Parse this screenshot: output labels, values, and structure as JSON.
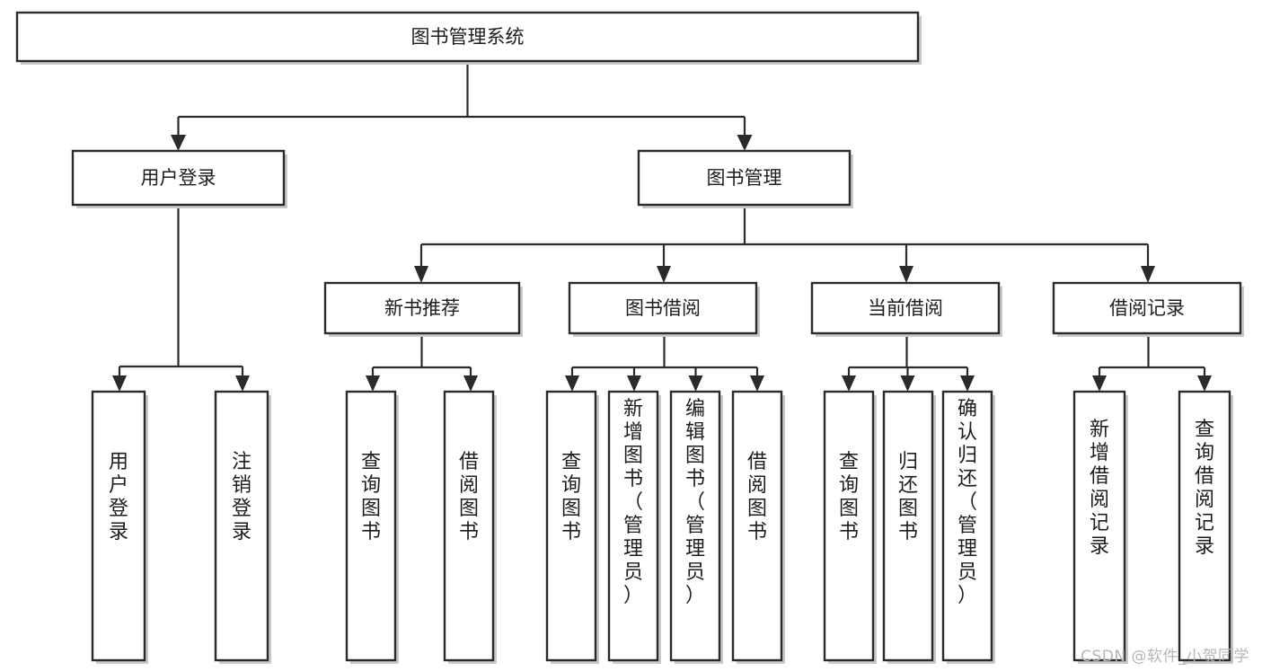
{
  "diagram": {
    "title": "图书管理系统",
    "type": "tree-hierarchy-diagram",
    "watermark": "CSDN @软件_小贺同学",
    "colors": {
      "background": "#ffffff",
      "box_fill": "#ffffff",
      "box_stroke": "#2b2b2b",
      "connector": "#2b2b2b",
      "text": "#1d1d1d",
      "shadow": "#c9c9c9",
      "watermark": "#b6b6b6"
    },
    "levels": [
      {
        "level": 1,
        "nodes": [
          {
            "id": "root",
            "label": "图书管理系统",
            "orientation": "horizontal"
          }
        ]
      },
      {
        "level": 2,
        "nodes": [
          {
            "id": "user-login",
            "label": "用户登录",
            "orientation": "horizontal",
            "parent": "root"
          },
          {
            "id": "book-mgmt",
            "label": "图书管理",
            "orientation": "horizontal",
            "parent": "root"
          }
        ]
      },
      {
        "level": 3,
        "nodes": [
          {
            "id": "new-book-rec",
            "label": "新书推荐",
            "orientation": "horizontal",
            "parent": "book-mgmt"
          },
          {
            "id": "book-borrow",
            "label": "图书借阅",
            "orientation": "horizontal",
            "parent": "book-mgmt"
          },
          {
            "id": "current-borrow",
            "label": "当前借阅",
            "orientation": "horizontal",
            "parent": "book-mgmt"
          },
          {
            "id": "borrow-record",
            "label": "借阅记录",
            "orientation": "horizontal",
            "parent": "book-mgmt"
          }
        ]
      },
      {
        "level": 4,
        "nodes": [
          {
            "id": "leaf-user-login",
            "label": "用户登录",
            "orientation": "vertical",
            "parent": "user-login"
          },
          {
            "id": "leaf-logout",
            "label": "注销登录",
            "orientation": "vertical",
            "parent": "user-login"
          },
          {
            "id": "leaf-query-book-1",
            "label": "查询图书",
            "orientation": "vertical",
            "parent": "new-book-rec"
          },
          {
            "id": "leaf-borrow-book-1",
            "label": "借阅图书",
            "orientation": "vertical",
            "parent": "new-book-rec"
          },
          {
            "id": "leaf-query-book-2",
            "label": "查询图书",
            "orientation": "vertical",
            "parent": "book-borrow"
          },
          {
            "id": "leaf-add-book",
            "label": "新增图书（管理员）",
            "orientation": "vertical",
            "parent": "book-borrow"
          },
          {
            "id": "leaf-edit-book",
            "label": "编辑图书（管理员）",
            "orientation": "vertical",
            "parent": "book-borrow"
          },
          {
            "id": "leaf-borrow-book-2",
            "label": "借阅图书",
            "orientation": "vertical",
            "parent": "book-borrow"
          },
          {
            "id": "leaf-query-book-3",
            "label": "查询图书",
            "orientation": "vertical",
            "parent": "current-borrow"
          },
          {
            "id": "leaf-return-book",
            "label": "归还图书",
            "orientation": "vertical",
            "parent": "current-borrow"
          },
          {
            "id": "leaf-confirm-return",
            "label": "确认归还（管理员）",
            "orientation": "vertical",
            "parent": "current-borrow"
          },
          {
            "id": "leaf-add-record",
            "label": "新增借阅记录",
            "orientation": "vertical",
            "parent": "borrow-record"
          },
          {
            "id": "leaf-query-record",
            "label": "查询借阅记录",
            "orientation": "vertical",
            "parent": "borrow-record"
          }
        ]
      }
    ]
  }
}
